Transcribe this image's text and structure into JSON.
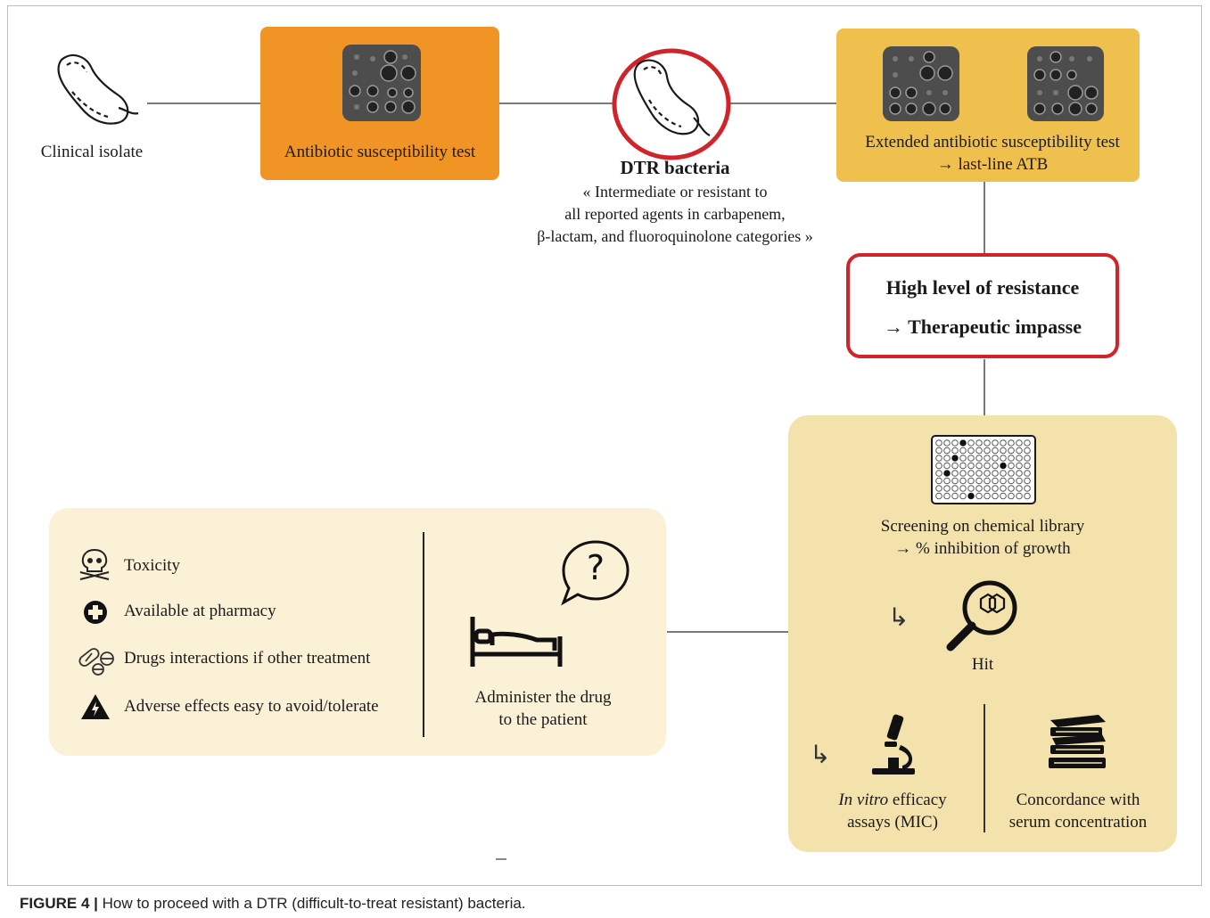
{
  "nodes": {
    "clinical_isolate": "Clinical isolate",
    "ast": "Antibiotic susceptibility test",
    "dtr_title": "DTR bacteria",
    "dtr_desc": [
      "« Intermediate or resistant to",
      "all reported agents in carbapenem,",
      "β-lactam, and fluoroquinolone categories »"
    ],
    "extended_ast": [
      "Extended antibiotic susceptibility test",
      "→ last-line ATB"
    ],
    "resistance": [
      "High level of resistance",
      "→ Therapeutic impasse"
    ],
    "screening": [
      "Screening on chemical library",
      "→ % inhibition of growth"
    ],
    "hit": "Hit",
    "in_vitro_italic": "In vitro",
    "in_vitro_rest": " efficacy",
    "in_vitro_line2": "assays (MIC)",
    "concordance": [
      "Concordance with",
      "serum concentration"
    ],
    "administer": [
      "Administer the drug",
      "to the patient"
    ],
    "question_mark": "?"
  },
  "criteria": [
    {
      "icon": "skull-icon",
      "label": "Toxicity"
    },
    {
      "icon": "pharmacy-cross-icon",
      "label": "Available at pharmacy"
    },
    {
      "icon": "pills-icon",
      "label": "Drugs interactions if other treatment"
    },
    {
      "icon": "warning-icon",
      "label": "Adverse effects easy to avoid/tolerate"
    }
  ],
  "arrows": {
    "curved": "↳"
  },
  "caption": {
    "label": "FIGURE 4 |",
    "text": " How to proceed with a DTR (difficult-to-treat resistant) bacteria."
  },
  "colors": {
    "orange": "#ef9425",
    "gold": "#f0c04f",
    "light_gold": "#f4e2ad",
    "cream": "#fbf1d7",
    "red": "#d0232a"
  }
}
